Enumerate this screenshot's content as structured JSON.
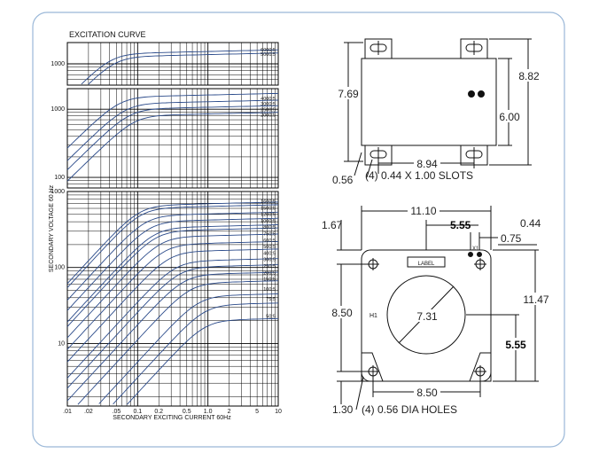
{
  "chart": {
    "title": "EXCITATION CURVE",
    "y_label": "SECONDARY VOLTAGE 60 Hz",
    "x_label": "SECONDARY EXCITING CURRENT 60Hz",
    "x_ticks": [
      ".01",
      ".02",
      ".05",
      "0.1",
      "0.2",
      "0.5",
      "1.0",
      "2",
      "5",
      "10"
    ],
    "y_ticks_panel1": [
      "1000"
    ],
    "y_ticks_panel2": [
      "1000",
      "100"
    ],
    "y_ticks_panel3": [
      "1000",
      "100",
      "10"
    ],
    "panel1_curves": [
      "6000:5",
      "5000:5"
    ],
    "panel2_curves": [
      "4000:5",
      "3000:5",
      "2500:5",
      "2000:5"
    ],
    "panel3_curves": [
      "1600:5",
      "1500:5",
      "1200:5",
      "1000:5",
      "800:5",
      "750:5",
      "600:5",
      "500:5",
      "400:5",
      "300:5",
      "250:5",
      "200:5",
      "150:5",
      "100:5",
      "75:5",
      "50:5"
    ]
  },
  "chart_data": {
    "type": "line",
    "title": "EXCITATION CURVE",
    "xlabel": "SECONDARY EXCITING CURRENT 60Hz",
    "ylabel": "SECONDARY VOLTAGE 60 Hz",
    "x_scale": "log",
    "y_scale": "log",
    "xlim": [
      0.01,
      10
    ],
    "series": [
      {
        "name": "6000:5",
        "saturation_voltage": 1380
      },
      {
        "name": "5000:5",
        "saturation_voltage": 1250
      },
      {
        "name": "4000:5",
        "saturation_voltage": 1500
      },
      {
        "name": "3000:5",
        "saturation_voltage": 1200
      },
      {
        "name": "2500:5",
        "saturation_voltage": 1000
      },
      {
        "name": "2000:5",
        "saturation_voltage": 800
      },
      {
        "name": "1600:5",
        "saturation_voltage": 650
      },
      {
        "name": "1500:5",
        "saturation_voltage": 600
      },
      {
        "name": "1200:5",
        "saturation_voltage": 480
      },
      {
        "name": "1000:5",
        "saturation_voltage": 400
      },
      {
        "name": "800:5",
        "saturation_voltage": 330
      },
      {
        "name": "750:5",
        "saturation_voltage": 300
      },
      {
        "name": "600:5",
        "saturation_voltage": 250
      },
      {
        "name": "500:5",
        "saturation_voltage": 200
      },
      {
        "name": "400:5",
        "saturation_voltage": 160
      },
      {
        "name": "300:5",
        "saturation_voltage": 120
      },
      {
        "name": "250:5",
        "saturation_voltage": 100
      },
      {
        "name": "200:5",
        "saturation_voltage": 80
      },
      {
        "name": "150:5",
        "saturation_voltage": 62
      },
      {
        "name": "100:5",
        "saturation_voltage": 42
      },
      {
        "name": "75:5",
        "saturation_voltage": 32
      },
      {
        "name": "50:5",
        "saturation_voltage": 20
      }
    ]
  },
  "drawing_top": {
    "dim_height": "7.69",
    "dim_height_outer": "8.82",
    "dim_inner": "6.00",
    "dim_width": "8.94",
    "dim_slot_offset": "0.56",
    "slots_note": "(4)  0.44  X  1.00  SLOTS"
  },
  "drawing_bottom": {
    "dim_width": "11.10",
    "dim_left": "1.67",
    "dim_half": "5.55",
    "dim_044": "0.44",
    "dim_075": "0.75",
    "x1": "X1",
    "label": "LABEL",
    "h1": "H1",
    "dim_window": "7.31",
    "dim_850_v": "8.50",
    "dim_1147": "11.47",
    "dim_555_v": "5.55",
    "dim_850_h": "8.50",
    "dim_130": "1.30",
    "holes_note": "(4)  0.56  DIA  HOLES"
  },
  "colors": {
    "frame_border": "#9bb8d8",
    "curve": "#2a4a8a",
    "grid": "#000000"
  }
}
